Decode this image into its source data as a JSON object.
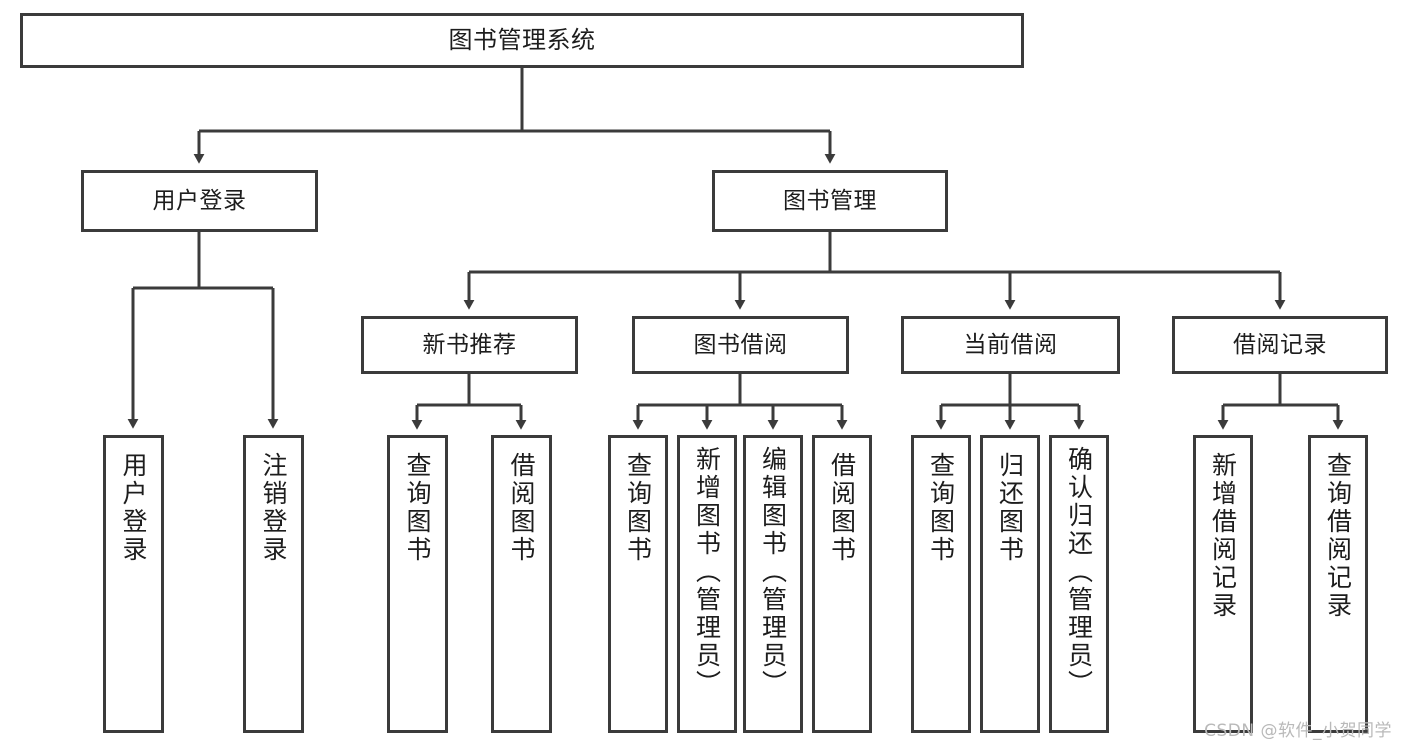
{
  "diagram": {
    "type": "tree",
    "title": "图书管理系统",
    "colors": {
      "box_border": "#3b3b3b",
      "box_fill": "#ffffff",
      "connector": "#3b3b3b",
      "text": "#1d1d1d",
      "watermark": "#b9b9b9",
      "background": "#ffffff"
    }
  },
  "root": {
    "label": "图书管理系统"
  },
  "level2": [
    {
      "label": "用户登录"
    },
    {
      "label": "图书管理"
    }
  ],
  "level3": [
    {
      "label": "新书推荐"
    },
    {
      "label": "图书借阅"
    },
    {
      "label": "当前借阅"
    },
    {
      "label": "借阅记录"
    }
  ],
  "leaves": {
    "user_login": [
      {
        "label": "用户登录"
      },
      {
        "label": "注销登录"
      }
    ],
    "new_book": [
      {
        "label": "查询图书"
      },
      {
        "label": "借阅图书"
      }
    ],
    "borrow_book": [
      {
        "label": "查询图书"
      },
      {
        "label": "新增图书（管理员）"
      },
      {
        "label": "编辑图书（管理员）"
      },
      {
        "label": "借阅图书"
      }
    ],
    "current_borrow": [
      {
        "label": "查询图书"
      },
      {
        "label": "归还图书"
      },
      {
        "label": "确认归还（管理员）"
      }
    ],
    "borrow_record": [
      {
        "label": "新增借阅记录"
      },
      {
        "label": "查询借阅记录"
      }
    ]
  },
  "watermark": {
    "text": "CSDN @软件_小贺同学"
  }
}
